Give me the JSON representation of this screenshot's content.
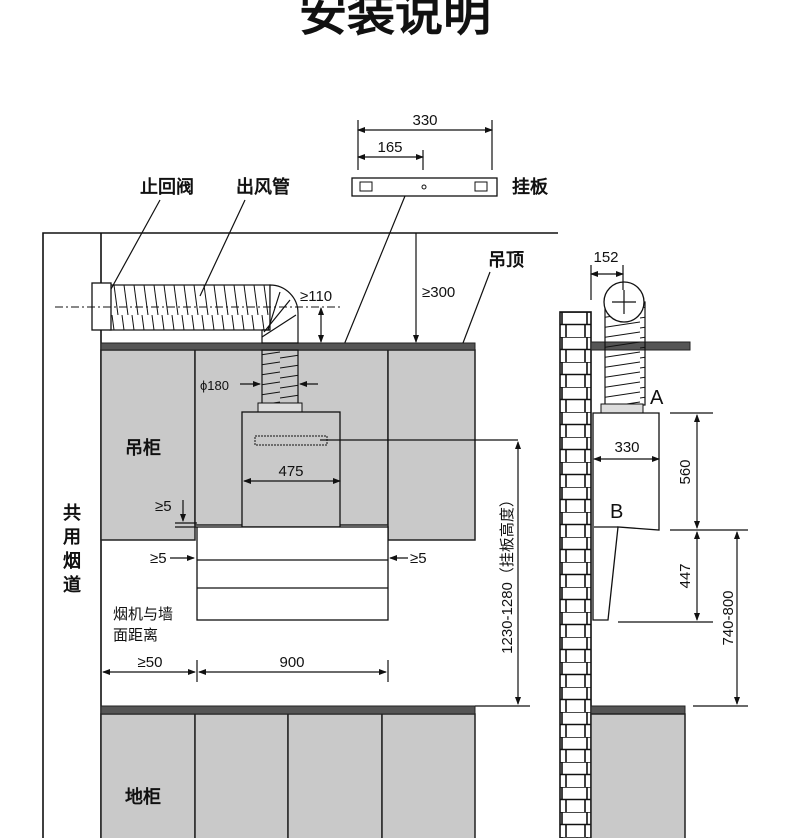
{
  "title": "安装说明",
  "labels": {
    "check_valve": "止回阀",
    "exhaust_pipe": "出风管",
    "hanging_plate": "挂板",
    "ceiling": "吊顶",
    "wall_cabinet": "吊柜",
    "shared_flue": "共用烟道",
    "hood_wall_distance_1": "烟机与墙",
    "hood_wall_distance_2": "面距离",
    "base_cabinet": "地柜",
    "point_a": "A",
    "point_b": "B"
  },
  "dimensions": {
    "plate_width": "330",
    "plate_half": "165",
    "duct_clearance": "≥110",
    "ceiling_clearance": "≥300",
    "duct_diameter": "ϕ180",
    "hood_top_width": "475",
    "gap_top": "≥5",
    "gap_left": "≥5",
    "gap_right": "≥5",
    "wall_gap": "≥50",
    "hood_width": "900",
    "plate_height": "1230-1280（挂板高度）",
    "side_duct_offset": "152",
    "side_depth": "330",
    "side_upper_height": "560",
    "side_lower_height": "447",
    "side_install_height": "740-800"
  },
  "colors": {
    "cabinet": "#c9c9c9",
    "bar": "#555555"
  }
}
